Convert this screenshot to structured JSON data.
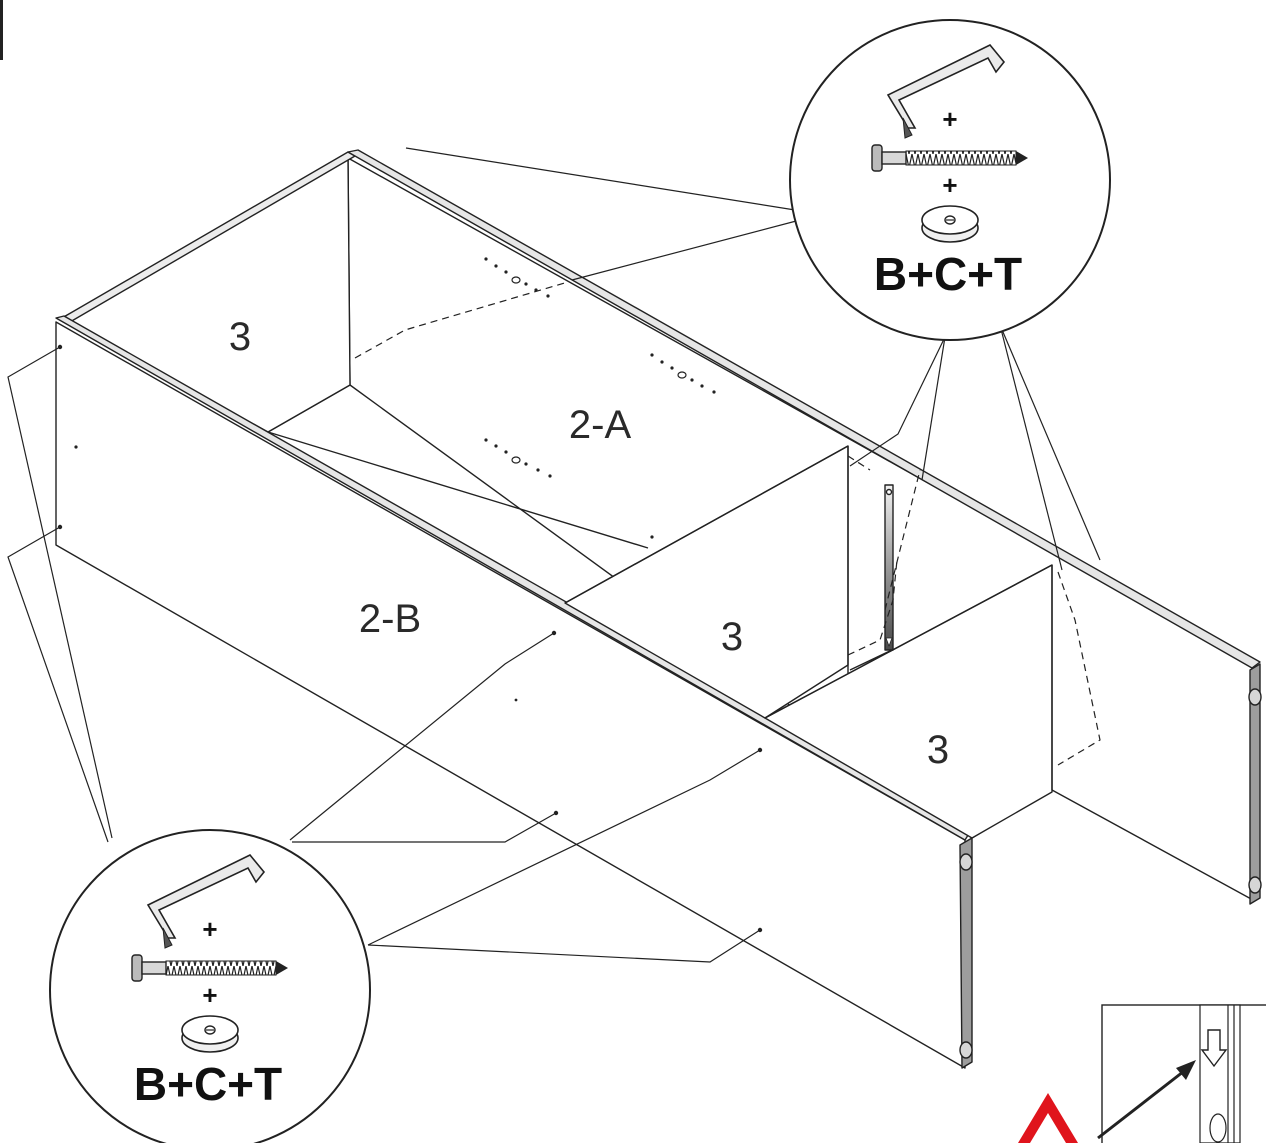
{
  "diagram": {
    "panel_labels": {
      "top_left": "3",
      "back": "2-A",
      "front": "2-B",
      "middle": "3",
      "right": "3"
    },
    "callout_top": {
      "plus_1": "+",
      "plus_2": "+",
      "hardware_code": "B+C+T"
    },
    "callout_bottom": {
      "plus_1": "+",
      "plus_2": "+",
      "hardware_code": "B+C+T"
    },
    "colors": {
      "line": "#222222",
      "panel": "#ffffff",
      "edge": "#c8c8c8",
      "warning": "#e0141c"
    },
    "icons": [
      "allen-key-icon",
      "screw-icon",
      "cap-washer-icon",
      "arrow-icon",
      "warning-icon"
    ]
  }
}
